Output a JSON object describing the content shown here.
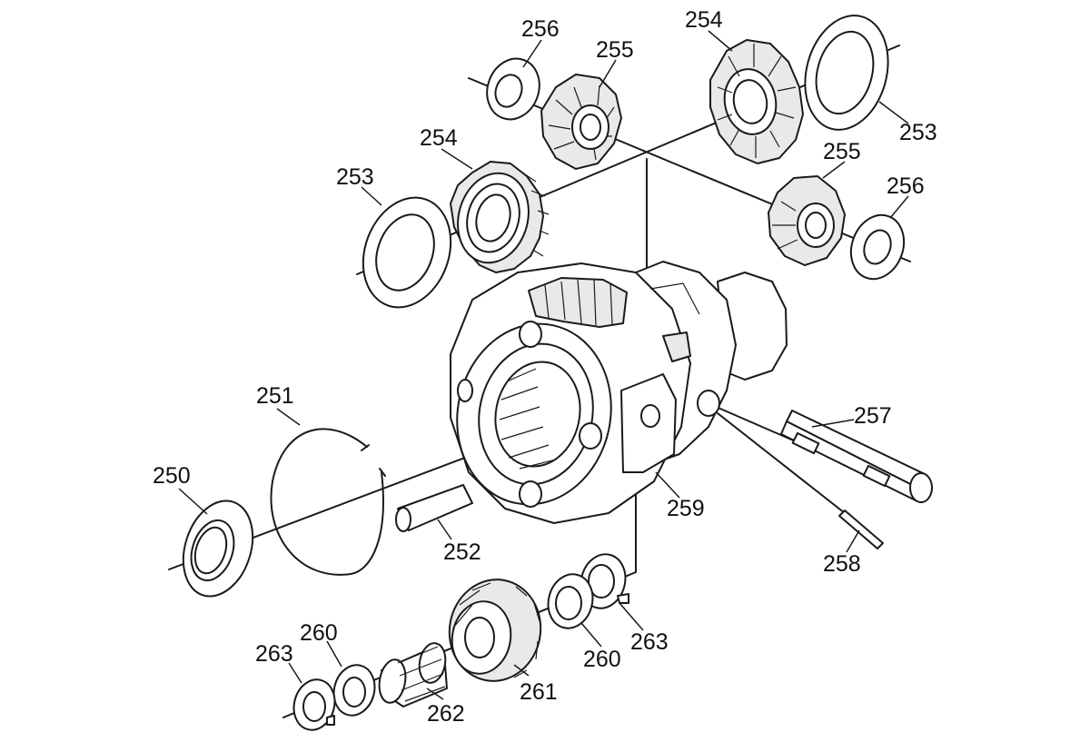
{
  "labels": {
    "p250": "250",
    "p251": "251",
    "p252": "252",
    "p253_left": "253",
    "p253_right": "253",
    "p254_left": "254",
    "p254_right": "254",
    "p255_left": "255",
    "p255_right": "255",
    "p256_left": "256",
    "p256_right": "256",
    "p257": "257",
    "p258": "258",
    "p259": "259",
    "p260_left": "260",
    "p260_right": "260",
    "p261": "261",
    "p262": "262",
    "p263_left": "263",
    "p263_right": "263"
  },
  "colors": {
    "line": "#1a1a1a",
    "background": "#ffffff",
    "shade": "#e9e9e9"
  }
}
